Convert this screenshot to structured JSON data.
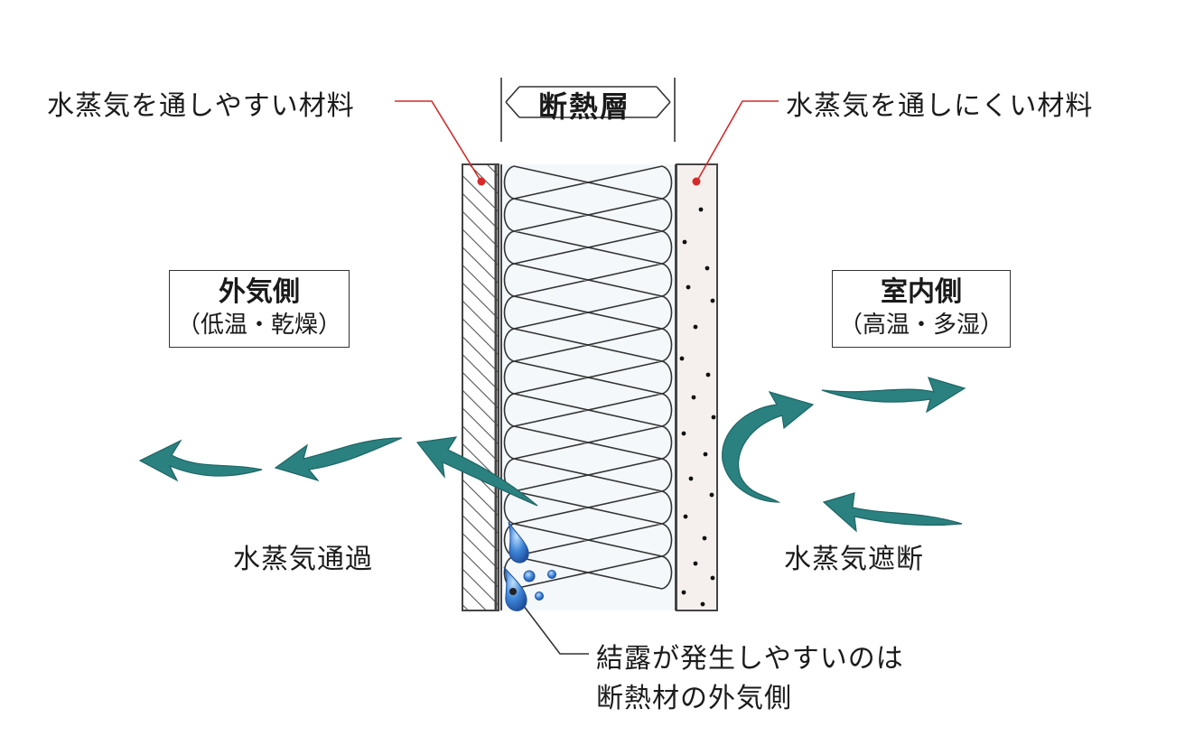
{
  "labels": {
    "permeable_material": "水蒸気を通しやすい材料",
    "insulation_layer": "断熱層",
    "impermeable_material": "水蒸気を通しにくい材料",
    "outside_title": "外気側",
    "outside_sub": "（低温・乾燥）",
    "inside_title": "室内側",
    "inside_sub": "（高温・多湿）",
    "vapor_pass": "水蒸気通過",
    "vapor_block": "水蒸気遮断",
    "condensation_line1": "結露が発生しやすいのは",
    "condensation_line2": "断熱材の外気側"
  },
  "colors": {
    "arrow": "#2a8180",
    "arrow_dark": "#1e6665",
    "leader": "#d42a2a",
    "water": "#2e6fc4",
    "hatch": "#555555",
    "insulation_fill": "#f2f7fb",
    "interior_board": "#f3eeec"
  }
}
